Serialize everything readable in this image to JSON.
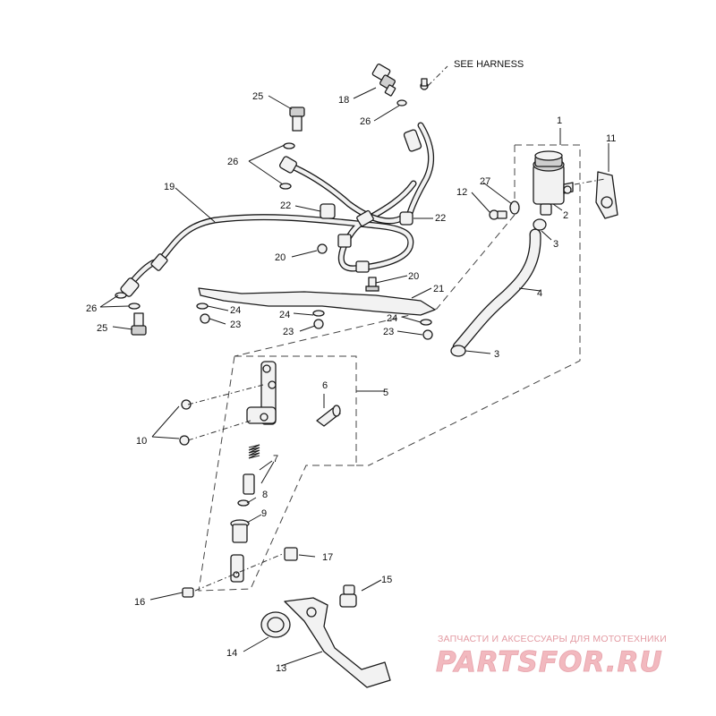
{
  "diagram": {
    "labels": {
      "l1": "1",
      "l2": "2",
      "l3a": "3",
      "l3b": "3",
      "l4": "4",
      "l5": "5",
      "l6": "6",
      "l7": "7",
      "l8": "8",
      "l9": "9",
      "l10": "10",
      "l11": "11",
      "l12": "12",
      "l13": "13",
      "l14": "14",
      "l15": "15",
      "l16": "16",
      "l17": "17",
      "l18": "18",
      "l19": "19",
      "l20a": "20",
      "l20b": "20",
      "l21": "21",
      "l22a": "22",
      "l22b": "22",
      "l23a": "23",
      "l23b": "23",
      "l23c": "23",
      "l24a": "24",
      "l24b": "24",
      "l24c": "24",
      "l25a": "25",
      "l25b": "25",
      "l26a": "26",
      "l26b": "26",
      "l26c": "26",
      "l27": "27"
    },
    "harness_note": "SEE HARNESS"
  },
  "watermark": {
    "caption": "ЗАПЧАСТИ И АКСЕССУАРЫ ДЛЯ МОТОТЕХНИКИ",
    "logo": "PARTSFOR.RU",
    "color": "#e39aa2"
  }
}
